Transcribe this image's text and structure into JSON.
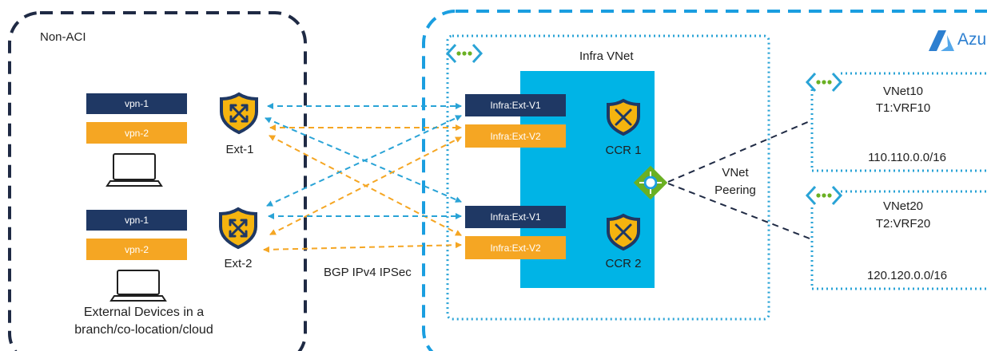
{
  "colors": {
    "navy": "#1f3864",
    "orange": "#f5a623",
    "cyan": "#00b4e6",
    "azure_blue": "#1a9ee0",
    "dark_dashed_border": "#1f2a44",
    "vnet_dotted": "#29a3d6",
    "peering_line": "#1f2a44",
    "azure_logo": "#2d7fd0",
    "vnet_icon_dots": "#6ab023"
  },
  "non_aci": {
    "title": "Non-ACI",
    "group1": {
      "vpn1": "vpn-1",
      "vpn2": "vpn-2"
    },
    "group2": {
      "vpn1": "vpn-1",
      "vpn2": "vpn-2"
    },
    "caption_line1": "External Devices in a",
    "caption_line2": "branch/co-location/cloud",
    "routers": [
      "Ext-1",
      "Ext-2"
    ]
  },
  "tunnel_label": "BGP IPv4 IPSec",
  "azure": {
    "logo_text": "Azu",
    "infra_vnet": {
      "title": "Infra VNet",
      "interfaces": [
        "Infra:Ext-V1",
        "Infra:Ext-V2",
        "Infra:Ext-V1",
        "Infra:Ext-V2"
      ],
      "routers": [
        "CCR 1",
        "CCR 2"
      ]
    },
    "peering_line1": "VNet",
    "peering_line2": "Peering",
    "vnet10": {
      "name": "VNet10",
      "vrf": "T1:VRF10",
      "cidr": "110.110.0.0/16"
    },
    "vnet20": {
      "name": "VNet20",
      "vrf": "T2:VRF20",
      "cidr": "120.120.0.0/16"
    }
  },
  "icons": {
    "vnet": "vnet-icon",
    "router": "router-shield-icon",
    "laptop": "laptop-icon",
    "peering_hub": "peering-hub-icon",
    "azure_logo": "azure-logo-icon"
  }
}
